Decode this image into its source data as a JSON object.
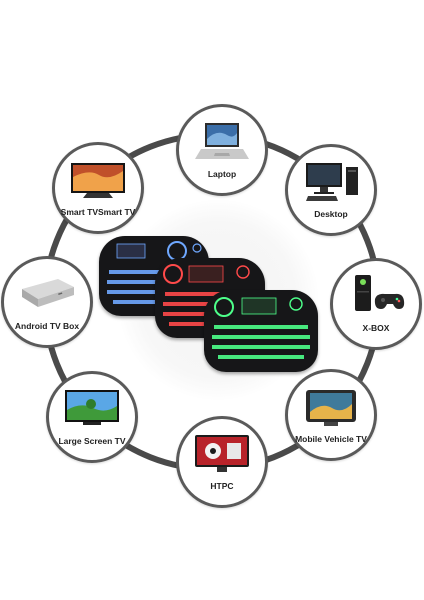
{
  "devices": [
    {
      "id": "laptop",
      "label": "Laptop",
      "icon": "laptop-icon"
    },
    {
      "id": "desktop",
      "label": "Desktop",
      "icon": "desktop-icon"
    },
    {
      "id": "xbox",
      "label": "X-BOX",
      "icon": "xbox-console-icon"
    },
    {
      "id": "mobile-vehicle-tv",
      "label": "Mobile Vehicle TV",
      "icon": "vehicle-tv-icon"
    },
    {
      "id": "htpc",
      "label": "HTPC",
      "icon": "htpc-icon"
    },
    {
      "id": "large-screen-tv",
      "label": "Large Screen TV",
      "icon": "large-tv-icon"
    },
    {
      "id": "android-tv-box",
      "label": "Android TV Box",
      "icon": "tv-box-icon"
    },
    {
      "id": "smart-tv",
      "label": "Smart TVSmart TV",
      "icon": "smart-tv-icon"
    }
  ],
  "keyboards": [
    {
      "color": "blue",
      "backlight": "#6fa8ff"
    },
    {
      "color": "red",
      "backlight": "#ff4a4a"
    },
    {
      "color": "green",
      "backlight": "#4dff8a"
    }
  ],
  "colors": {
    "ring": "#4a4a4a",
    "bubble_border": "#5a5a5a",
    "label": "#222222"
  }
}
